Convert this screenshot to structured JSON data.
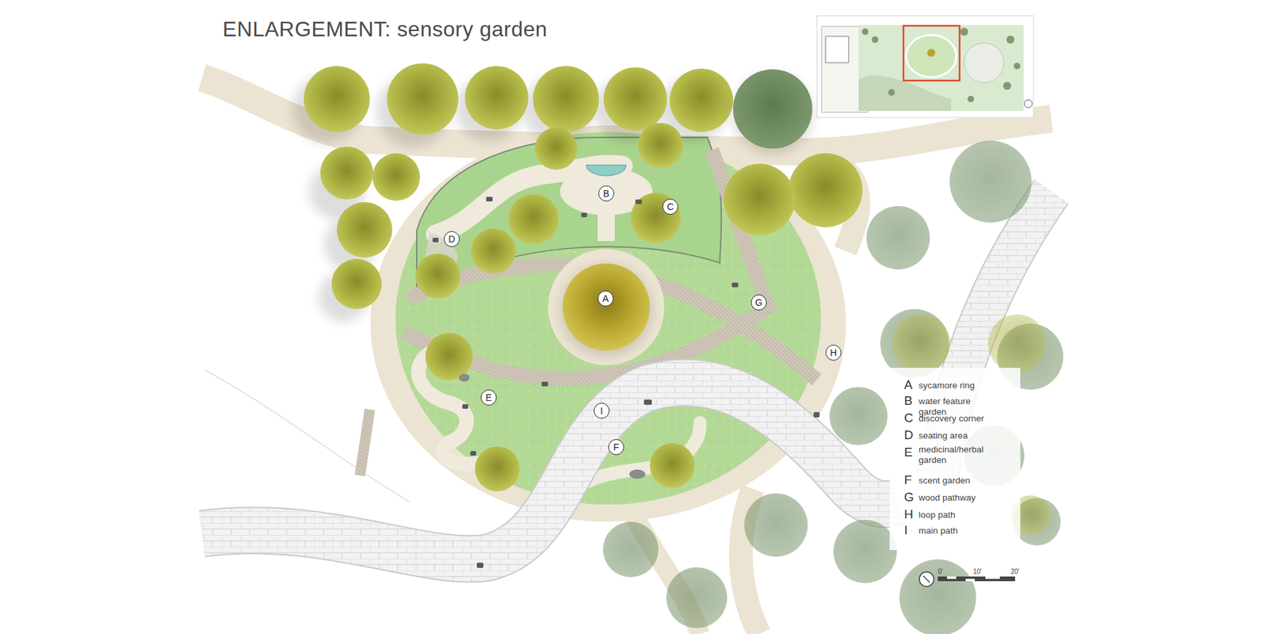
{
  "diagram": {
    "title": "ENLARGEMENT: sensory garden",
    "labels": [
      "B",
      "C",
      "D",
      "A",
      "G",
      "H",
      "E",
      "I",
      "F",
      "A",
      "B",
      "C",
      "D",
      "E",
      "F",
      "G",
      "H",
      "I",
      "0'",
      "10'",
      "20'"
    ],
    "legend": [
      {
        "text": "sycamore ring"
      },
      {
        "text": "water feature garden"
      },
      {
        "text": "discovery corner"
      },
      {
        "text": "seating area"
      },
      {
        "text": "medicinal/herbal garden"
      },
      {
        "text": "scent garden"
      },
      {
        "text": "wood pathway"
      },
      {
        "text": "loop path"
      },
      {
        "text": "main path"
      }
    ]
  }
}
